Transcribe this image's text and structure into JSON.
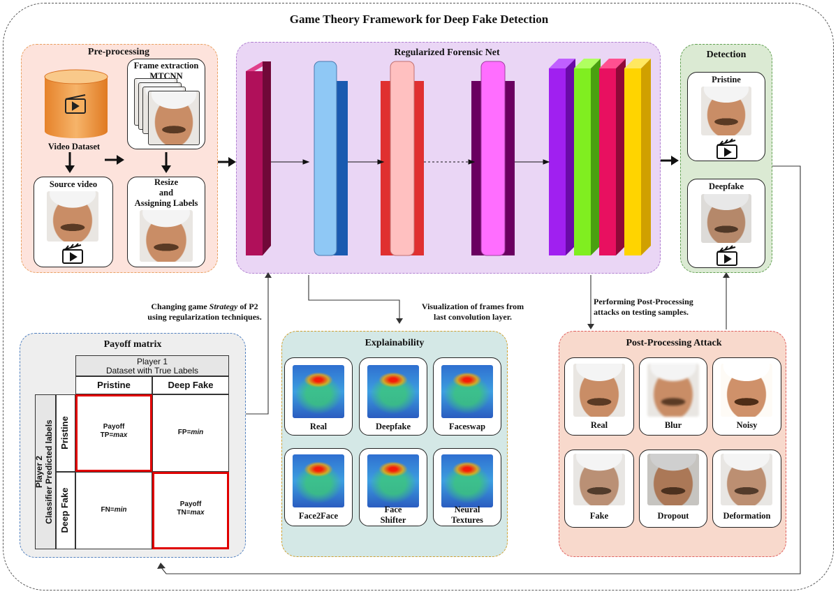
{
  "title": "Game Theory Framework for Deep Fake Detection",
  "preprocessing": {
    "title": "Pre-processing",
    "video_dataset": "Video Dataset",
    "frame_extraction": [
      "Frame extraction",
      "MTCNN"
    ],
    "source_video": "Source video",
    "resize": [
      "Resize",
      "and",
      "Assigning Labels"
    ]
  },
  "forensic_net": {
    "title": "Regularized Forensic Net",
    "layer_colors": [
      "#b0105a",
      "#8fc8f5",
      "#ffc0c0",
      "#ff6eff",
      "#a020f0",
      "#80ee20",
      "#e81060",
      "#ffd400"
    ]
  },
  "detection": {
    "title": "Detection",
    "pristine": "Pristine",
    "deepfake": "Deepfake"
  },
  "annotations": {
    "strategy_prefix": "Changing game ",
    "strategy_italic": "Strategy",
    "strategy_suffix": " of P2",
    "strategy_line2": "using regularization techniques.",
    "visualization": [
      "Visualization of frames from",
      "last convolution layer."
    ],
    "post_processing_note": [
      "Performing Post-Processing",
      "attacks on testing samples."
    ]
  },
  "payoff": {
    "title": "Payoff matrix",
    "player1": "Player 1",
    "player1_sub": "Dataset with True Labels",
    "col_pristine": "Pristine",
    "col_deepfake": "Deep Fake",
    "player2": "Player 2",
    "player2_sub": "Classifier Predicted labels",
    "row_pristine": "Pristine",
    "row_deepfake": "Deep Fake",
    "tp_label": "Payoff",
    "tp_prefix": "TP=",
    "tp_value": "max",
    "fp_prefix": "FP=",
    "fp_value": "min",
    "fn_prefix": "FN=",
    "fn_value": "min",
    "tn_label": "Payoff",
    "tn_prefix": "TN=",
    "tn_value": "max"
  },
  "explainability": {
    "title": "Explainability",
    "items": [
      {
        "label": [
          "Real"
        ]
      },
      {
        "label": [
          "Deepfake"
        ]
      },
      {
        "label": [
          "Faceswap"
        ]
      },
      {
        "label": [
          "Face2Face"
        ]
      },
      {
        "label": [
          "Face",
          "Shifter"
        ]
      },
      {
        "label": [
          "Neural",
          "Textures"
        ]
      }
    ]
  },
  "post_processing": {
    "title": "Post-Processing Attack",
    "items": [
      "Real",
      "Blur",
      "Noisy",
      "Fake",
      "Dropout",
      "Deformation"
    ]
  },
  "icons": {
    "clapper": "clapperboard-icon",
    "database": "database-cylinder-icon"
  },
  "colors": {
    "preprocess_bg": "#fde3dc",
    "preprocess_border": "#e9a060",
    "net_bg": "#ead6f5",
    "detect_bg": "#dbead3",
    "explain_bg": "#d4e8e6",
    "post_bg": "#f8d9cc",
    "payoff_bg": "#eeeeee",
    "highlight": "#e00000"
  }
}
